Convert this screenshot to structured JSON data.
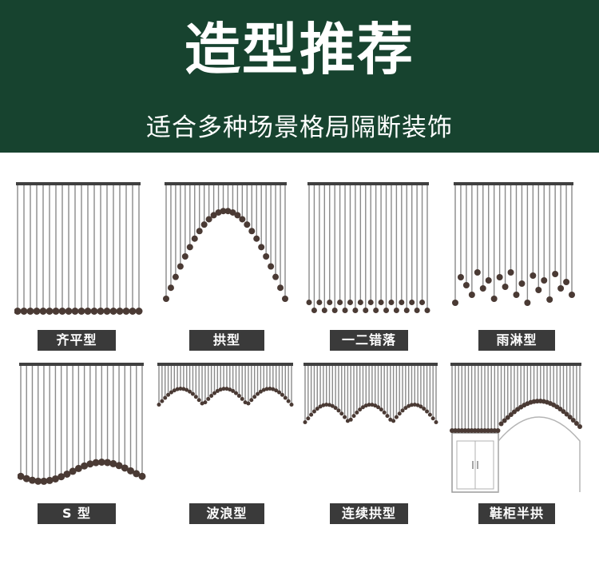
{
  "banner": {
    "title": "造型推荐",
    "subtitle": "适合多种场景格局隔断装饰"
  },
  "styles": [
    {
      "label": "齐平型"
    },
    {
      "label": "拱型"
    },
    {
      "label": "一二错落"
    },
    {
      "label": "雨淋型"
    },
    {
      "label": "S 型"
    },
    {
      "label": "波浪型"
    },
    {
      "label": "连续拱型"
    },
    {
      "label": "鞋柜半拱"
    }
  ],
  "colors": {
    "banner_bg": "#17432f",
    "label_bg": "#3a3a3a",
    "rail": "#404040",
    "strand": "#8a8a8a",
    "bead": "#4a3a34"
  }
}
